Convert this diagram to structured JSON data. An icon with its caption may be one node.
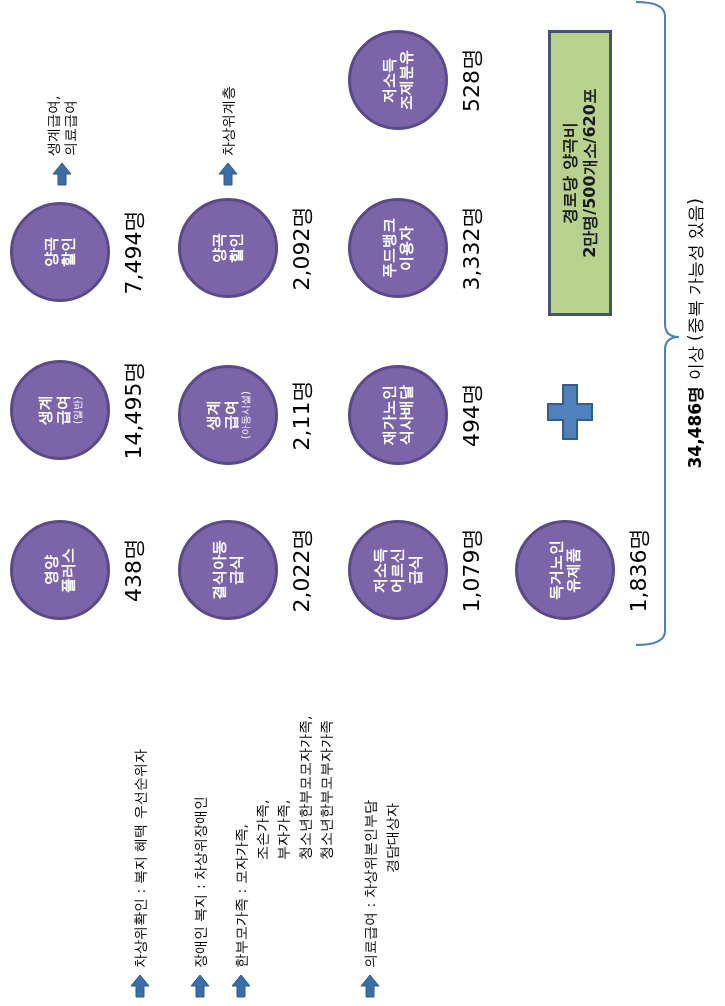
{
  "diagram": {
    "nodes": [
      {
        "text": [
          "영양 플러스"
        ],
        "beside": [
          "438명"
        ]
      },
      {
        "text": [
          "생계 급여",
          "(일반)"
        ],
        "beside": [
          "14,495명"
        ]
      },
      {
        "text": [
          "양곡 할인"
        ],
        "beside": [
          "7,494명"
        ]
      },
      {
        "text": [
          "결식아동 급식"
        ],
        "beside": [
          "2,022명"
        ]
      },
      {
        "text": [
          "생계 급여",
          "(아동시설)"
        ],
        "beside": [
          "2,11명"
        ]
      },
      {
        "text": [
          "양곡 할인"
        ],
        "beside": [
          "2,092명"
        ]
      },
      {
        "text": [
          "저소득 어르신 급식"
        ],
        "beside": [
          "1,079명"
        ]
      },
      {
        "text": [
          "재가노인 식사배달"
        ],
        "beside": [
          "494명"
        ]
      },
      {
        "text": [
          "푸드뱅크 이용자"
        ],
        "beside": [
          "3,332명"
        ]
      },
      {
        "text": [
          "저소득 조제분유"
        ],
        "beside": [
          "528명"
        ]
      },
      {
        "text": [
          "독거노인 유제품"
        ],
        "beside": [
          "1,836명"
        ]
      },
      {
        "text": [
          "경로당 양곡비",
          "2만명/500개소/620포"
        ]
      }
    ],
    "labels": [
      "생계급여, 의료급여",
      "차상위확인 : 복지 혜택 우선순위자",
      "장애인 복지 : 차상위장애인",
      "차상위계층",
      "한부모가족 : 모자가족,",
      "조손가족,",
      "부자가족,",
      "청소년한부모모자가족,",
      "청소년한부모부자가족",
      "의료급여 : 차상위본인부담",
      "경담대상자",
      "**34,486명** 이상 (중복 가능성 있음)"
    ]
  }
}
